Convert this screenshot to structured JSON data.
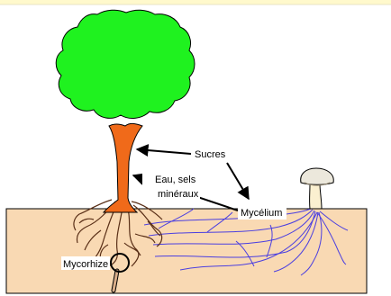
{
  "labels": {
    "sucres": "Sucres",
    "eau_line1": "Eau, sels",
    "eau_line2": "minéraux",
    "mycelium": "Mycélium",
    "mycorhize": "Mycorhize"
  },
  "colors": {
    "soil": "#f9d9b3",
    "canopy": "#1ff21f",
    "trunk": "#f06a1a",
    "hyphae": "#4b3fe0",
    "mushroom_cap": "#ece8dc",
    "mushroom_stem": "#fbf0d0",
    "top_band": "#fff9cc",
    "magnifier_handle": "#d9ae8a"
  },
  "icons": {
    "magnifier": "magnifier-icon",
    "mushroom": "mushroom-icon",
    "tree": "tree-icon"
  }
}
